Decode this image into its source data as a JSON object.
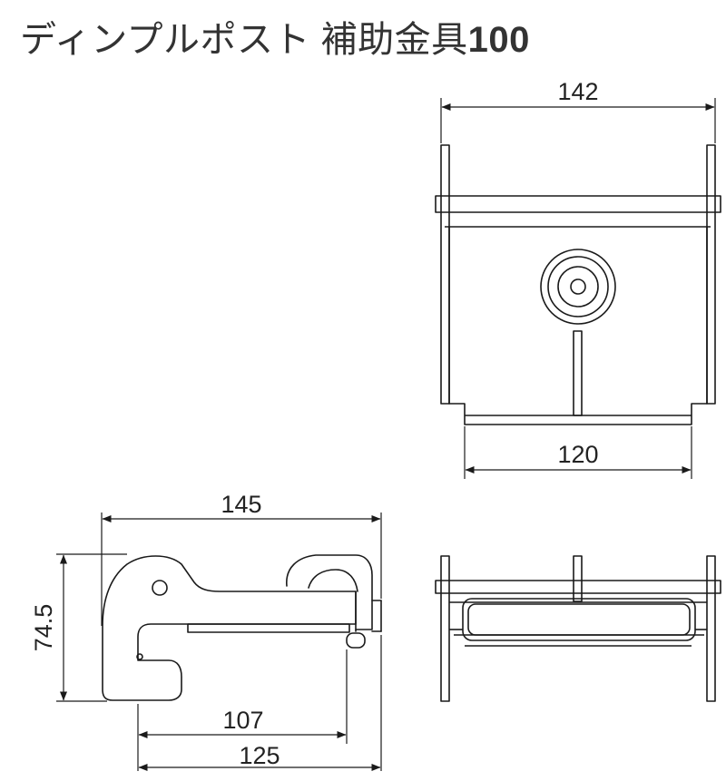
{
  "title": {
    "product": "ディンプルポスト 補助金具",
    "model": "100"
  },
  "dimensions": {
    "front_top_width": "142",
    "front_bottom_width": "120",
    "side_overall_width": "145",
    "side_height": "74.5",
    "side_inner_length": "107",
    "side_base_length": "125"
  },
  "colors": {
    "line": "#1a1a1a",
    "text": "#222222",
    "background": "#ffffff"
  }
}
